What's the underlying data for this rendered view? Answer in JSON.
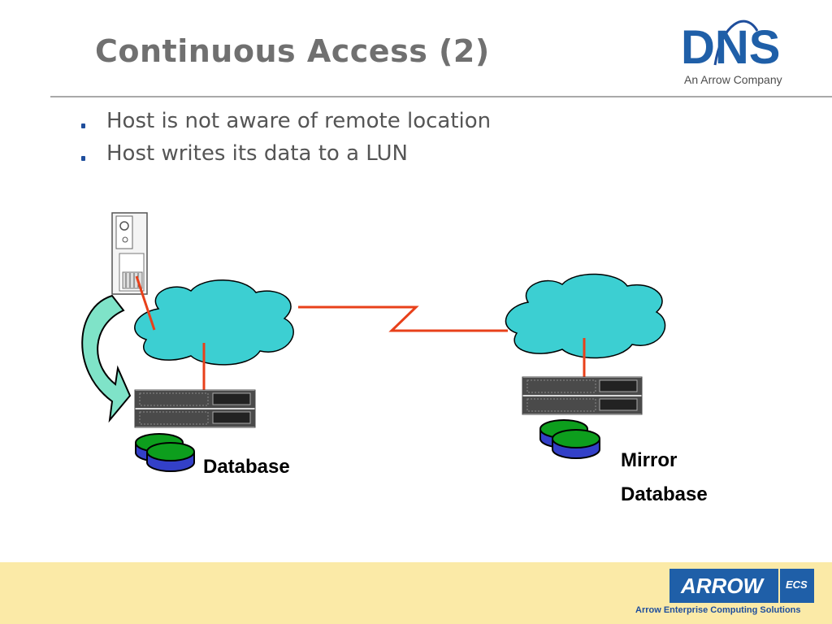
{
  "slide": {
    "title": "Continuous Access (2)",
    "bullets": [
      "Host is not aware of remote location",
      "Host writes its data to a LUN"
    ]
  },
  "diagram": {
    "labels": {
      "database": "Database",
      "mirror_line1": "Mirror",
      "mirror_line2": "Database"
    },
    "colors": {
      "cloud_fill": "#3ccfd2",
      "link": "#e8401a",
      "arrow_fill": "#7fe3c8",
      "disk_top": "#0d9e1d",
      "disk_body": "#3340c8"
    }
  },
  "logos": {
    "dns_text": "DNS",
    "dns_tagline": "An Arrow Company",
    "arrow_text": "ARROW",
    "arrow_badge": "ECS",
    "arrow_tagline": "Arrow Enterprise Computing Solutions"
  }
}
